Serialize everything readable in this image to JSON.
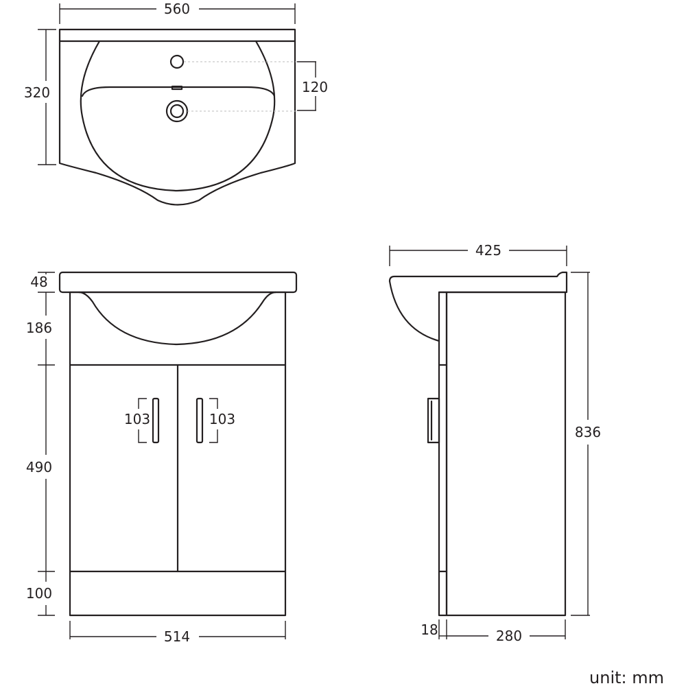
{
  "top_view": {
    "width": "560",
    "depth": "320",
    "hole_spacing": "120"
  },
  "front_view": {
    "basin_lip": "48",
    "upper_panel": "186",
    "doors": "490",
    "plinth": "100",
    "cabinet_width": "514",
    "handle_left": "103",
    "handle_right": "103"
  },
  "side_view": {
    "overall_depth": "425",
    "overall_height": "836",
    "door_thickness": "18",
    "carcass_depth": "280"
  },
  "unit_label": "unit: mm"
}
